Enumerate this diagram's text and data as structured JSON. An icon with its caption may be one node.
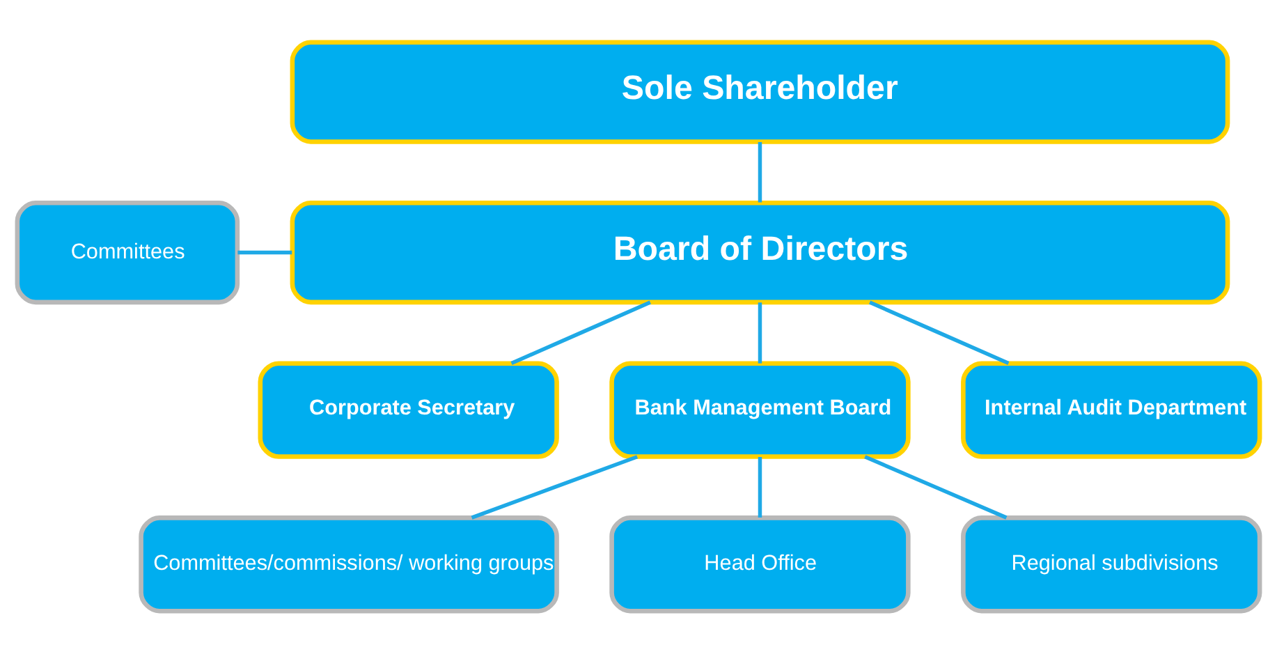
{
  "diagram": {
    "nodes": [
      {
        "text": [
          "Sole Shareholder"
        ]
      },
      {
        "text": [
          "Committees"
        ]
      },
      {
        "text": [
          "Board of Directors"
        ]
      },
      {
        "text": [
          "Corporate Secretary"
        ]
      },
      {
        "text": [
          "Bank Management Board"
        ]
      },
      {
        "text": [
          "Internal Audit Department"
        ]
      },
      {
        "text": [
          "Committees/commissions/ working groups"
        ]
      },
      {
        "text": [
          "Head Office"
        ]
      },
      {
        "text": [
          "Regional subdivisions"
        ]
      }
    ],
    "edges": [
      {
        "from": 0,
        "to": 2,
        "arrow": "none"
      },
      {
        "from": 1,
        "to": 2,
        "arrow": "none"
      },
      {
        "from": 2,
        "to": 3,
        "arrow": "none"
      },
      {
        "from": 2,
        "to": 4,
        "arrow": "none"
      },
      {
        "from": 2,
        "to": 5,
        "arrow": "none"
      },
      {
        "from": 4,
        "to": 6,
        "arrow": "none"
      },
      {
        "from": 4,
        "to": 7,
        "arrow": "none"
      },
      {
        "from": 4,
        "to": 8,
        "arrow": "none"
      }
    ]
  }
}
